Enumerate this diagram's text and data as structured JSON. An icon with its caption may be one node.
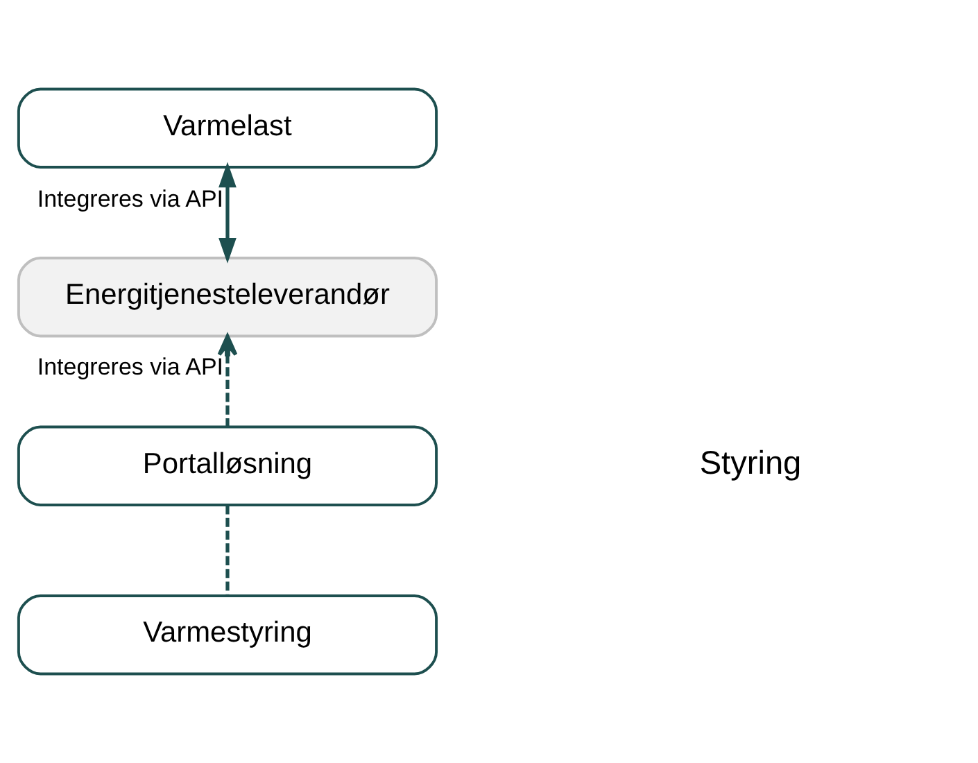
{
  "diagram": {
    "nodes": [
      {
        "text": [
          "Varmelast"
        ]
      },
      {
        "text": [
          "Energitjenesteleverandør"
        ]
      },
      {
        "text": [
          "Portalløsning"
        ]
      },
      {
        "text": [
          "Varmestyring"
        ]
      }
    ],
    "edges": [
      {
        "from": 0,
        "to": 1,
        "arrow": "both",
        "label": "Integreres via API"
      },
      {
        "from": 2,
        "to": 1,
        "arrow": "to",
        "style": "dashed",
        "label": "Integreres via API"
      },
      {
        "from": 3,
        "to": 2,
        "arrow": "none",
        "style": "dashed"
      }
    ],
    "labels": [
      "Styring"
    ]
  }
}
